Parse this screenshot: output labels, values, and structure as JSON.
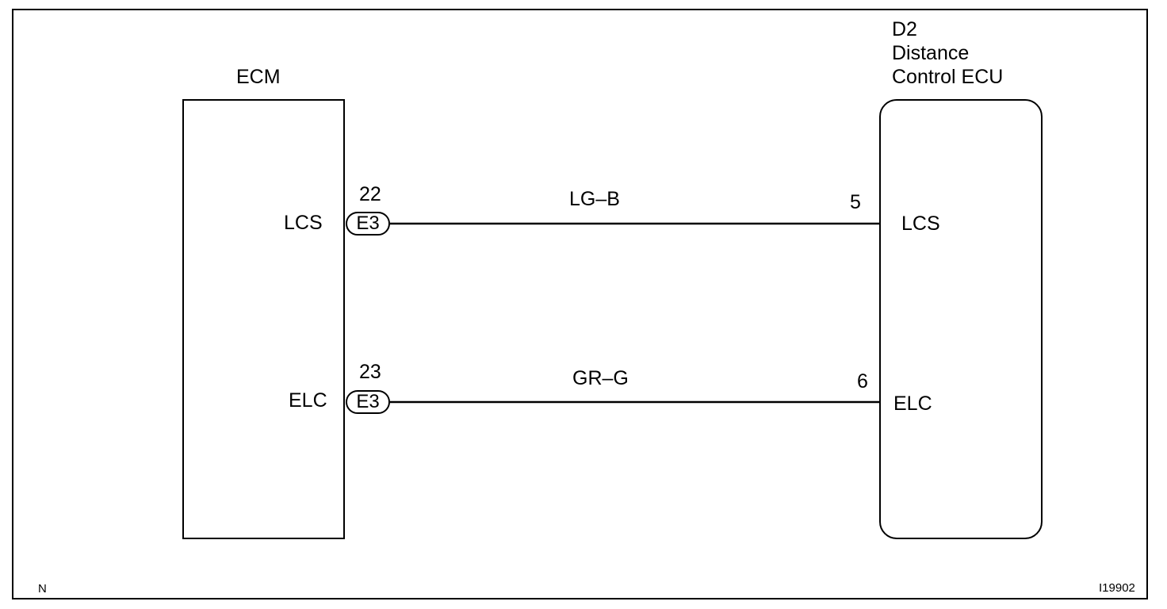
{
  "ecm": {
    "name": "ECM",
    "pins": [
      {
        "terminal": "LCS",
        "pin": "22",
        "connector": "E3"
      },
      {
        "terminal": "ELC",
        "pin": "23",
        "connector": "E3"
      }
    ]
  },
  "distance_ecu": {
    "code": "D2",
    "name_line1": "Distance",
    "name_line2": "Control ECU",
    "pins": [
      {
        "terminal": "LCS",
        "pin": "5"
      },
      {
        "terminal": "ELC",
        "pin": "6"
      }
    ]
  },
  "wires": [
    {
      "color_code": "LG–B"
    },
    {
      "color_code": "GR–G"
    }
  ],
  "footer": {
    "left_mark": "N",
    "figure_id": "I19902"
  }
}
